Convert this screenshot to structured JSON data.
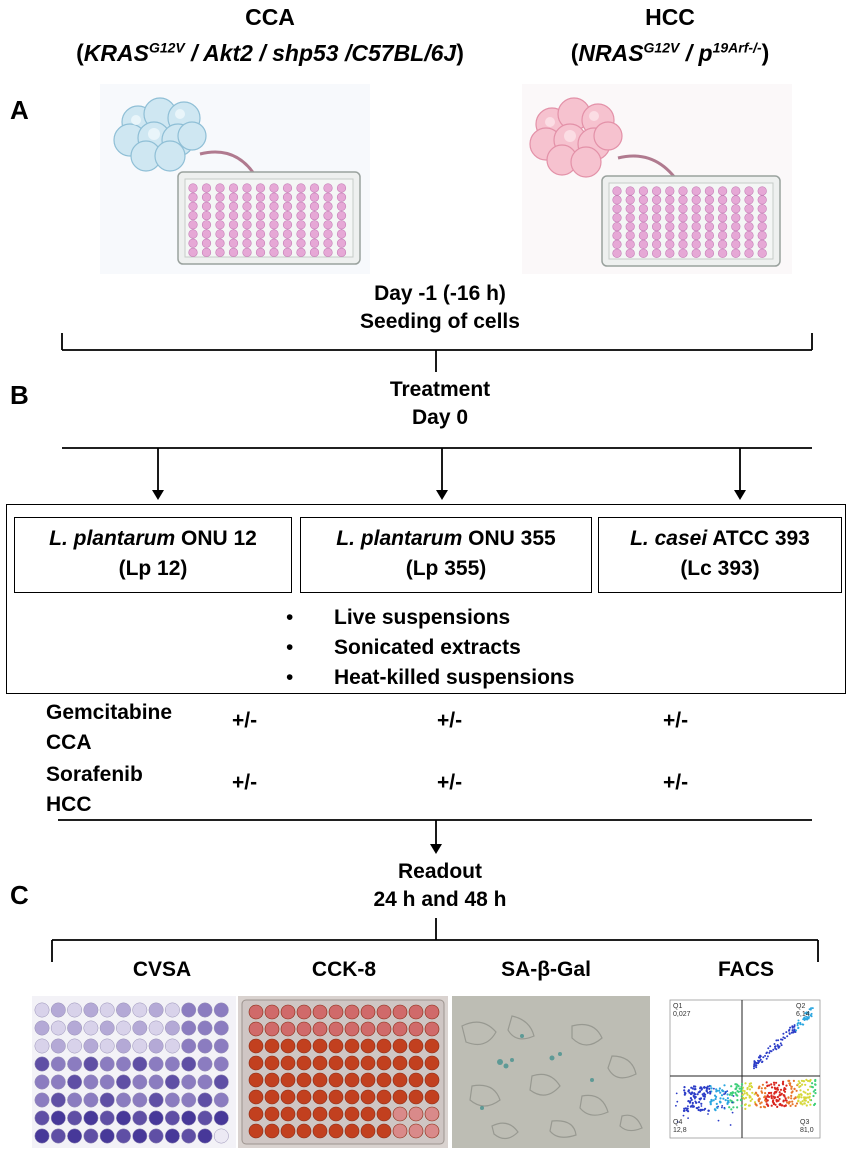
{
  "header": {
    "cca": {
      "title": "CCA",
      "genotype_open": "(",
      "kras": "KRAS",
      "kras_sup": "G12V",
      "rest": " / Akt2 / shp53 /C57BL/6J",
      "genotype_close": ")"
    },
    "hcc": {
      "title": "HCC",
      "genotype_open": "(",
      "nras": "NRAS",
      "nras_sup": "G12V",
      "sep": " / p",
      "arf_sup": "19Arf-/-",
      "genotype_close": ")"
    }
  },
  "panels": {
    "a": "A",
    "b": "B",
    "c": "C"
  },
  "seeding": {
    "line1": "Day -1 (-16 h)",
    "line2": "Seeding of cells"
  },
  "treatment": {
    "line1": "Treatment",
    "line2": "Day 0"
  },
  "strains": [
    {
      "species": "L. plantarum",
      "strain": " ONU 12",
      "short": "(Lp 12)"
    },
    {
      "species": "L. plantarum",
      "strain": " ONU 355",
      "short": "(Lp 355)"
    },
    {
      "species": "L. casei",
      "strain": " ATCC 393",
      "short": "(Lc 393)"
    }
  ],
  "preparations": [
    "Live suspensions",
    "Sonicated extracts",
    "Heat-killed suspensions"
  ],
  "drugs": [
    {
      "name": "Gemcitabine",
      "model": "CCA",
      "marks": [
        "+/-",
        "+/-",
        "+/-"
      ]
    },
    {
      "name": "Sorafenib",
      "model": "HCC",
      "marks": [
        "+/-",
        "+/-",
        "+/-"
      ]
    }
  ],
  "readout": {
    "line1": "Readout",
    "line2": "24 h and 48 h"
  },
  "assays": [
    "CVSA",
    "CCK-8",
    "SA-β-Gal",
    "FACS"
  ],
  "facs": {
    "q1": "Q1",
    "q1v": "0,027",
    "q2": "Q2",
    "q2v": "6,14",
    "q3": "Q3",
    "q3v": "81,0",
    "q4": "Q4",
    "q4v": "12,8"
  },
  "colors": {
    "cca_cells": "#bfe0ee",
    "hcc_cells": "#f4b6c4",
    "well_pink": "#e6a8d6",
    "cvsa_purple": "#4a3a9a",
    "cck8_red": "#c2401f",
    "arrow": "#b07a8f"
  },
  "icons": [
    "cell-cluster-icon",
    "well-plate-icon",
    "arrow-icon"
  ]
}
